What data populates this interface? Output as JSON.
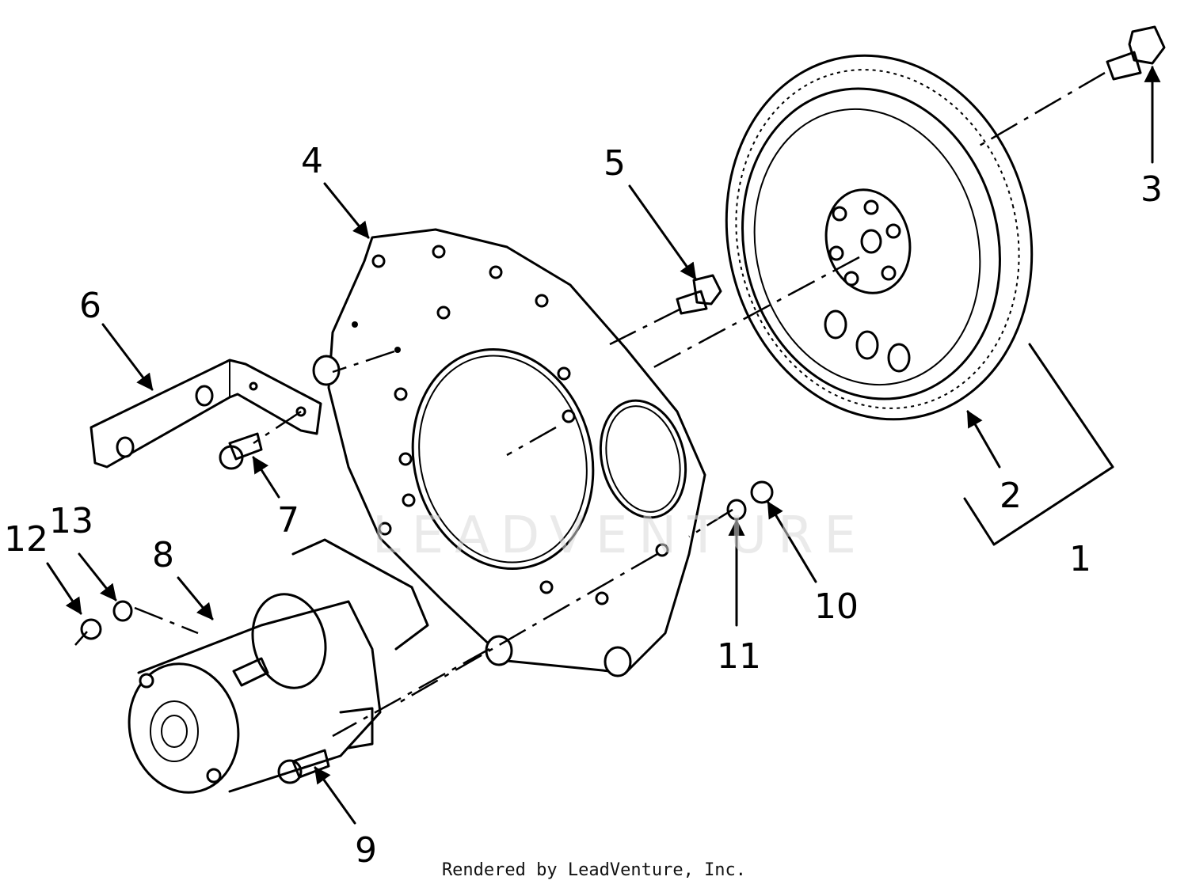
{
  "callouts": [
    {
      "id": "1",
      "label": "1"
    },
    {
      "id": "2",
      "label": "2"
    },
    {
      "id": "3",
      "label": "3"
    },
    {
      "id": "4",
      "label": "4"
    },
    {
      "id": "5",
      "label": "5"
    },
    {
      "id": "6",
      "label": "6"
    },
    {
      "id": "7",
      "label": "7"
    },
    {
      "id": "8",
      "label": "8"
    },
    {
      "id": "9",
      "label": "9"
    },
    {
      "id": "10",
      "label": "10"
    },
    {
      "id": "11",
      "label": "11"
    },
    {
      "id": "12",
      "label": "12"
    },
    {
      "id": "13",
      "label": "13"
    }
  ],
  "watermark": "LEADVENTURE",
  "footer": "Rendered by LeadVenture, Inc."
}
